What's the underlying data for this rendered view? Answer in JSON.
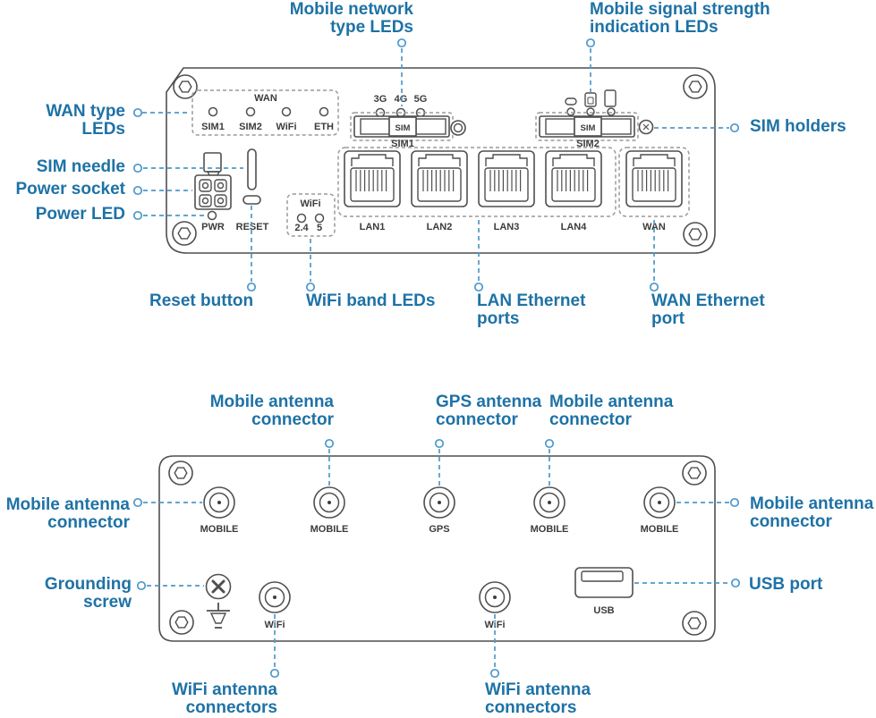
{
  "colors": {
    "callout_text": "#1e72a6",
    "leader_line": "#4d99cb",
    "device_line": "#4f4f4f",
    "device_label": "#3c3c3c",
    "hatch_line": "#9a9a9a"
  },
  "front": {
    "callouts": {
      "mobile_network_type_leds": "Mobile network\ntype LEDs",
      "mobile_signal_strength_leds": "Mobile signal strength\nindication LEDs",
      "wan_type_leds": "WAN type LEDs",
      "sim_holders": "SIM holders",
      "sim_needle": "SIM needle",
      "power_socket": "Power socket",
      "power_led": "Power LED",
      "reset_button": "Reset button",
      "wifi_band_leds": "WiFi band LEDs",
      "lan_ethernet_ports": "LAN Ethernet\nports",
      "wan_ethernet_port": "WAN Ethernet\nport"
    },
    "labels": {
      "wan_group": "WAN",
      "wan_leds": [
        "SIM1",
        "SIM2",
        "WiFi",
        "ETH"
      ],
      "network_types": [
        "3G",
        "4G",
        "5G"
      ],
      "sim_tray": "SIM",
      "sim_slots": [
        "SIM1",
        "SIM2"
      ],
      "pwr": "PWR",
      "reset": "RESET",
      "wifi_group": "WiFi",
      "wifi_bands": [
        "2.4",
        "5"
      ],
      "lan_ports": [
        "LAN1",
        "LAN2",
        "LAN3",
        "LAN4"
      ],
      "wan_port": "WAN"
    }
  },
  "back": {
    "callouts": {
      "mobile_antenna_top_left": "Mobile antenna\nconnector",
      "gps_antenna": "GPS antenna\nconnector",
      "mobile_antenna_top_right": "Mobile antenna\nconnector",
      "mobile_antenna_left": "Mobile antenna\nconnector",
      "mobile_antenna_right": "Mobile antenna\nconnector",
      "grounding_screw": "Grounding\nscrew",
      "usb_port": "USB port",
      "wifi_antenna_left": "WiFi antenna\nconnectors",
      "wifi_antenna_right": "WiFi antenna\nconnectors"
    },
    "labels": {
      "connectors": [
        "MOBILE",
        "MOBILE",
        "GPS",
        "MOBILE",
        "MOBILE"
      ],
      "wifi": [
        "WiFi",
        "WiFi"
      ],
      "usb": "USB"
    }
  }
}
